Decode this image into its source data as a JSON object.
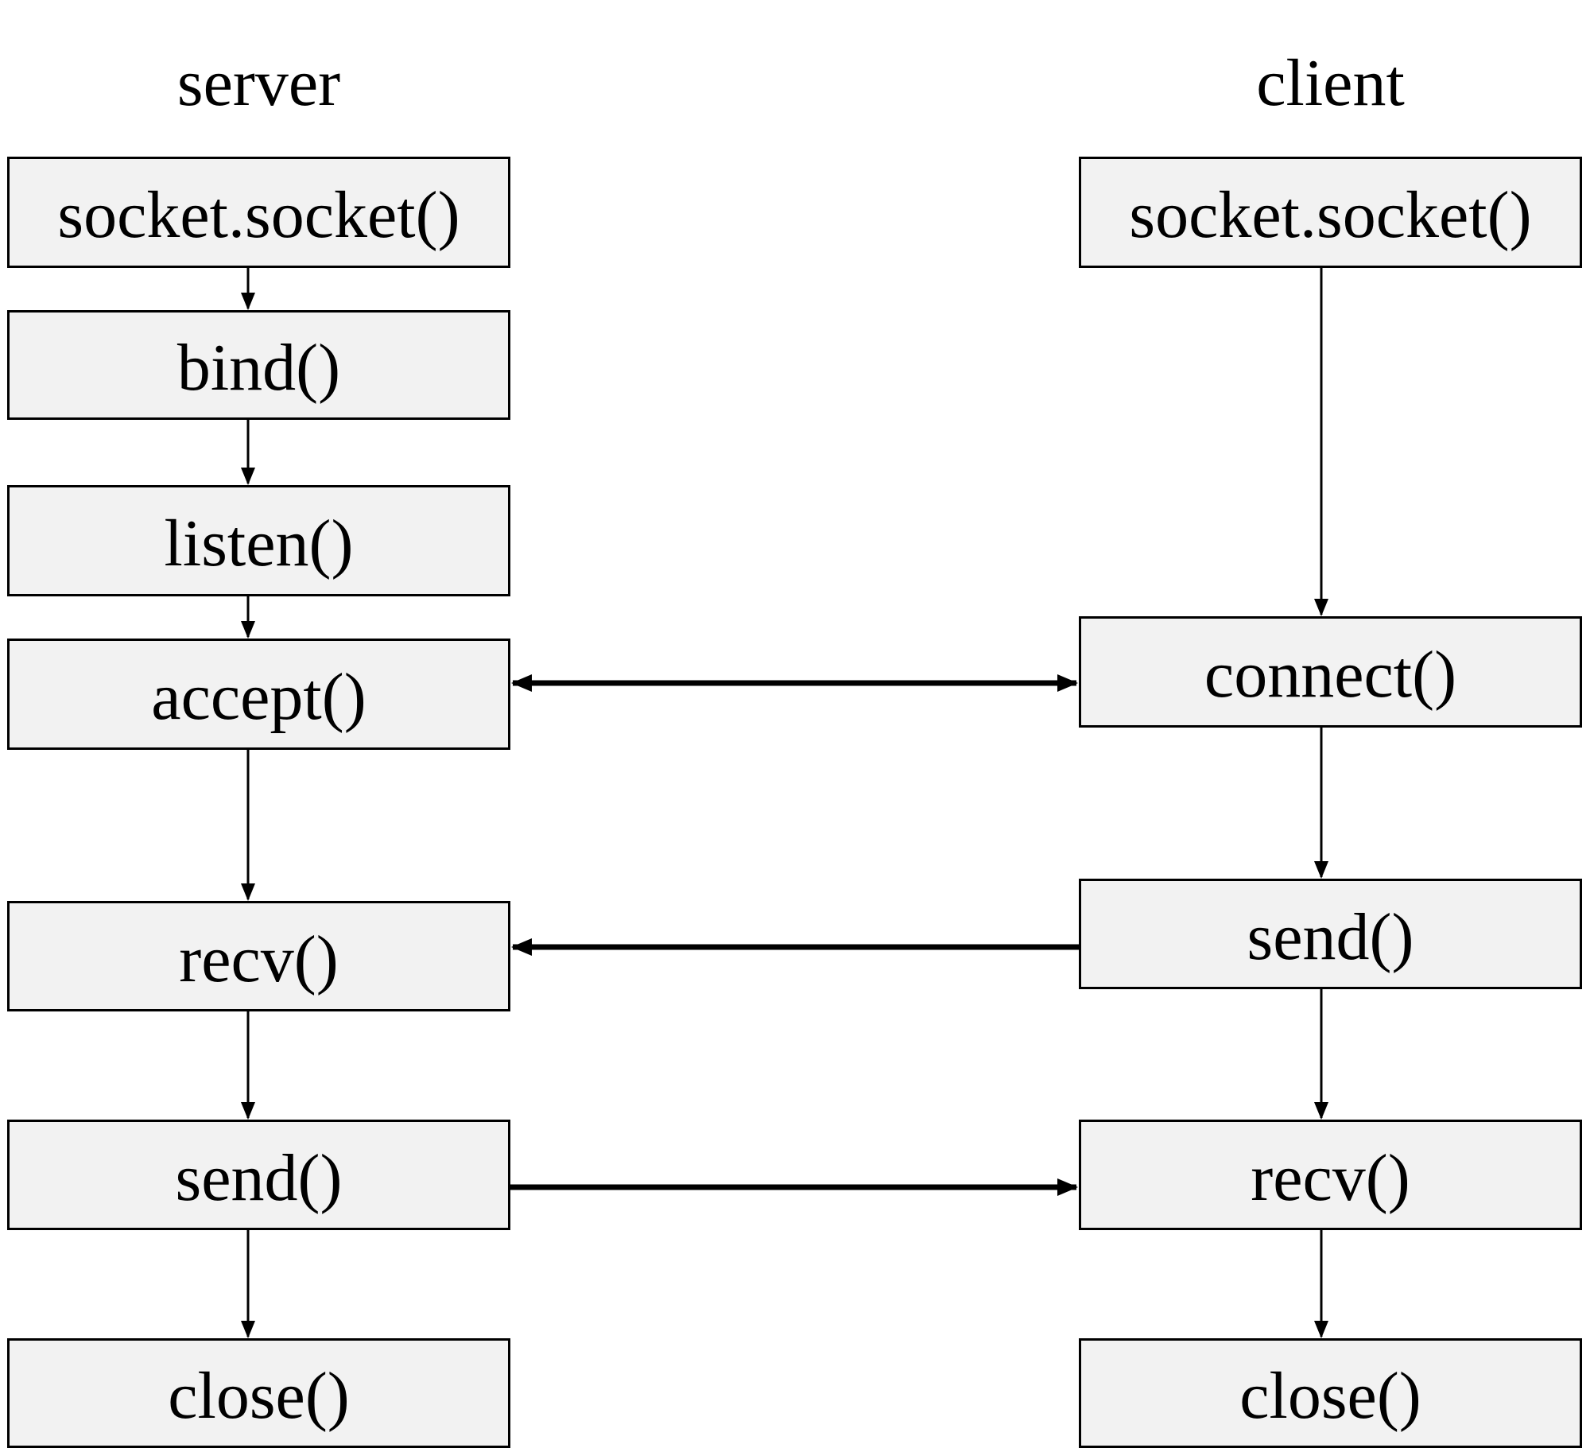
{
  "columns": {
    "server": {
      "title": "server",
      "steps": [
        "socket.socket()",
        "bind()",
        "listen()",
        "accept()",
        "recv()",
        "send()",
        "close()"
      ]
    },
    "client": {
      "title": "client",
      "steps": [
        "socket.socket()",
        "connect()",
        "send()",
        "recv()",
        "close()"
      ]
    }
  },
  "colors": {
    "box_fill": "#f2f2f2",
    "line": "#000000",
    "background": "#ffffff"
  }
}
